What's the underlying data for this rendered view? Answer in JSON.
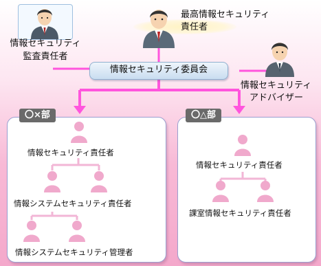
{
  "diagram": {
    "top_executive": {
      "line1": "最高情報セキュリティ",
      "line2": "責任者"
    },
    "auditor": {
      "line1": "情報セキュリティ",
      "line2": "監査責任者"
    },
    "committee": {
      "label": "情報セキュリティ委員会"
    },
    "advisor": {
      "line1": "情報セキュリティ",
      "line2": "アドバイザー"
    },
    "dept_a": {
      "title": "〇×部",
      "security_officer": "情報セキュリティ責任者",
      "system_officer": "情報システムセキュリティ責任者",
      "system_admin": "情報システムセキュリティ管理者"
    },
    "dept_b": {
      "title": "〇△部",
      "security_officer": "情報セキュリティ責任者",
      "section_officer": "課室情報セキュリティ責任者"
    }
  },
  "colors": {
    "connector": "#ff55dd",
    "tree_line": "#f2b6d6",
    "person": "#f0a9cc",
    "dept_tag": "#6a6a6a",
    "committee": "#c9ddf0"
  }
}
